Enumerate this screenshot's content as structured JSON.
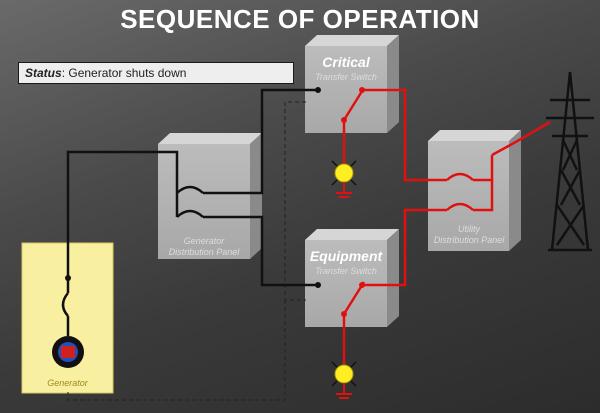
{
  "title": "SEQUENCE OF OPERATION",
  "status": {
    "label": "Status",
    "value": ": Generator shuts down"
  },
  "components": {
    "critical_switch": {
      "name": "Critical",
      "subtitle": "Transfer Switch"
    },
    "equipment_switch": {
      "name": "Equipment",
      "subtitle": "Transfer Switch"
    },
    "generator_panel": {
      "line1": "Generator",
      "line2": "Distribution Panel"
    },
    "utility_panel": {
      "line1": "Utility",
      "line2": "Distribution Panel"
    },
    "generator": {
      "label": "Generator"
    }
  },
  "colors": {
    "power_line": "#e01010",
    "control_line": "#111111",
    "generator_box": "#f8f0a0",
    "lamp": "#ffee22"
  }
}
